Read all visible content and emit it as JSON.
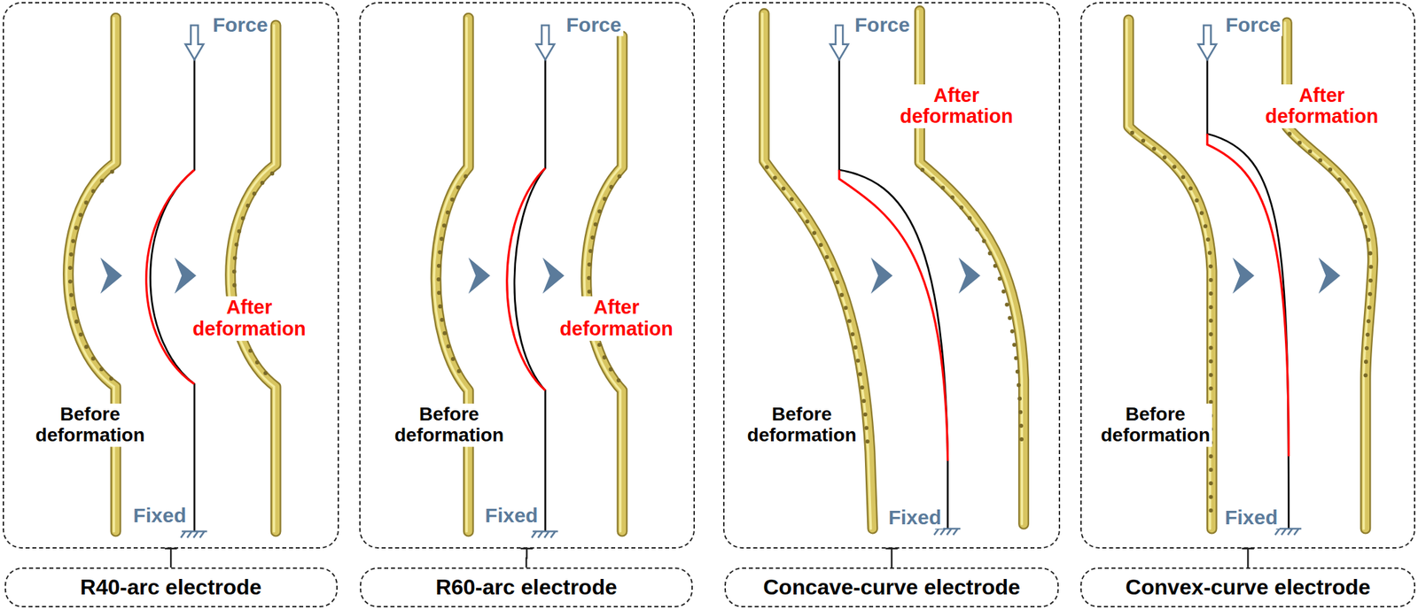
{
  "diagram": {
    "nodes": [
      {
        "text": [
          "Force",
          "After deformation",
          "Before deformation",
          "Fixed"
        ]
      },
      {
        "text": [
          "Force",
          "After deformation",
          "Before deformation",
          "Fixed"
        ]
      },
      {
        "text": [
          "Force",
          "After deformation",
          "Before deformation",
          "Fixed"
        ]
      },
      {
        "text": [
          "Force",
          "After deformation",
          "Before deformation",
          "Fixed"
        ]
      },
      {
        "text": [
          "R40-arc electrode"
        ]
      },
      {
        "text": [
          "R60-arc electrode"
        ]
      },
      {
        "text": [
          "Concave-curve electrode"
        ]
      },
      {
        "text": [
          "Convex-curve electrode"
        ]
      }
    ],
    "edges": [
      {
        "from": 0,
        "to": 4,
        "arrow": "none"
      },
      {
        "from": 1,
        "to": 5,
        "arrow": "none"
      },
      {
        "from": 2,
        "to": 6,
        "arrow": "none"
      },
      {
        "from": 3,
        "to": 7,
        "arrow": "none"
      }
    ]
  }
}
